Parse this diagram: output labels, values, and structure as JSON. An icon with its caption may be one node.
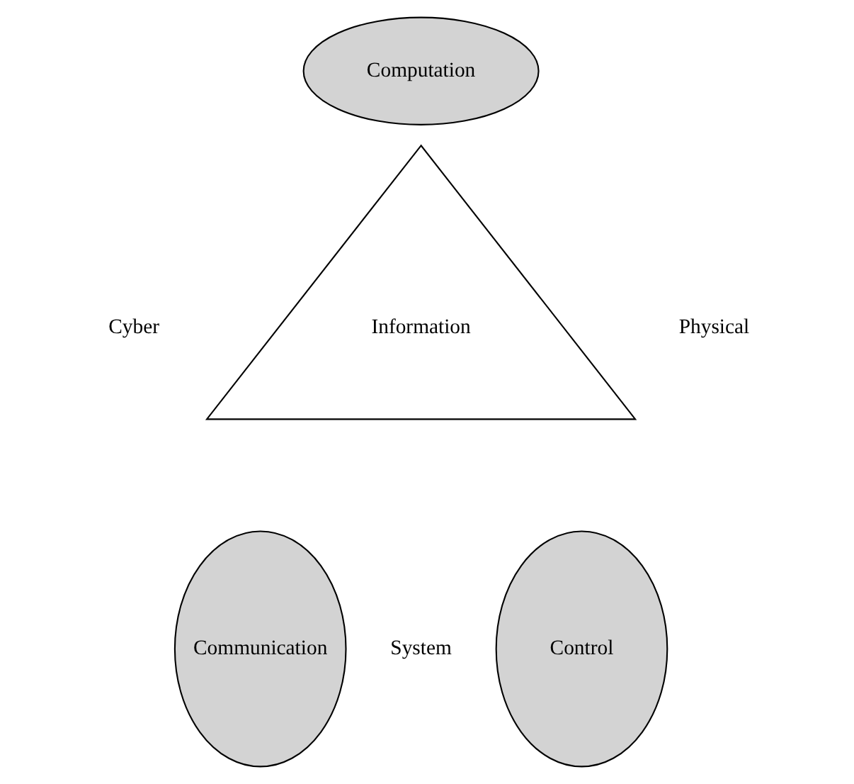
{
  "diagram": {
    "nodes": [
      {
        "text": [
          "Computation"
        ]
      },
      {
        "text": [
          "Information"
        ]
      },
      {
        "text": [
          "Communication"
        ]
      },
      {
        "text": [
          "Control"
        ]
      }
    ],
    "edges": [],
    "labels": [
      "Cyber",
      "Physical",
      "System"
    ]
  }
}
